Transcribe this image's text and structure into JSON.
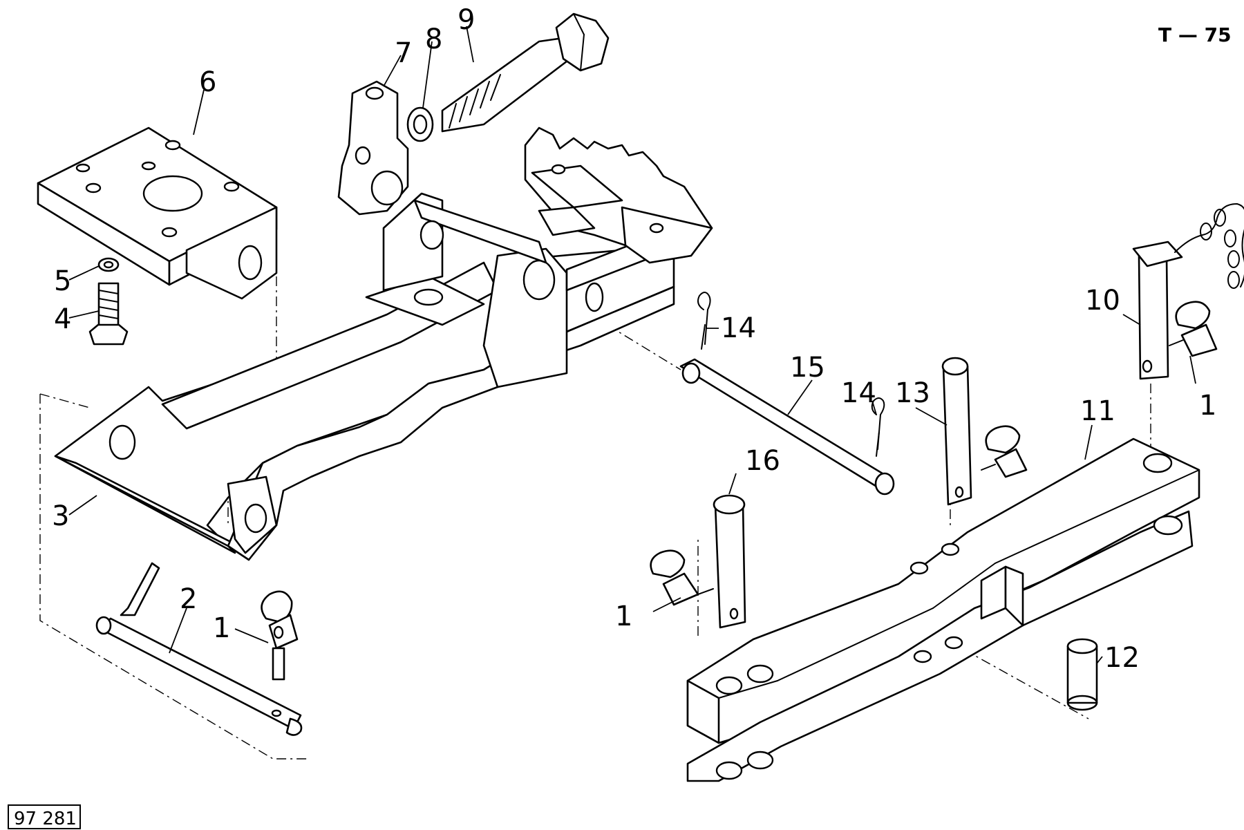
{
  "sheet_id": "T — 75",
  "drawing_number": "97 281",
  "callouts": {
    "c1a": "1",
    "c1b": "1",
    "c1c": "1",
    "c2": "2",
    "c3": "3",
    "c4": "4",
    "c5": "5",
    "c6": "6",
    "c7": "7",
    "c8": "8",
    "c9": "9",
    "c10": "10",
    "c11": "11",
    "c12": "12",
    "c13": "13",
    "c14a": "14",
    "c14b": "14",
    "c15": "15",
    "c16": "16"
  }
}
